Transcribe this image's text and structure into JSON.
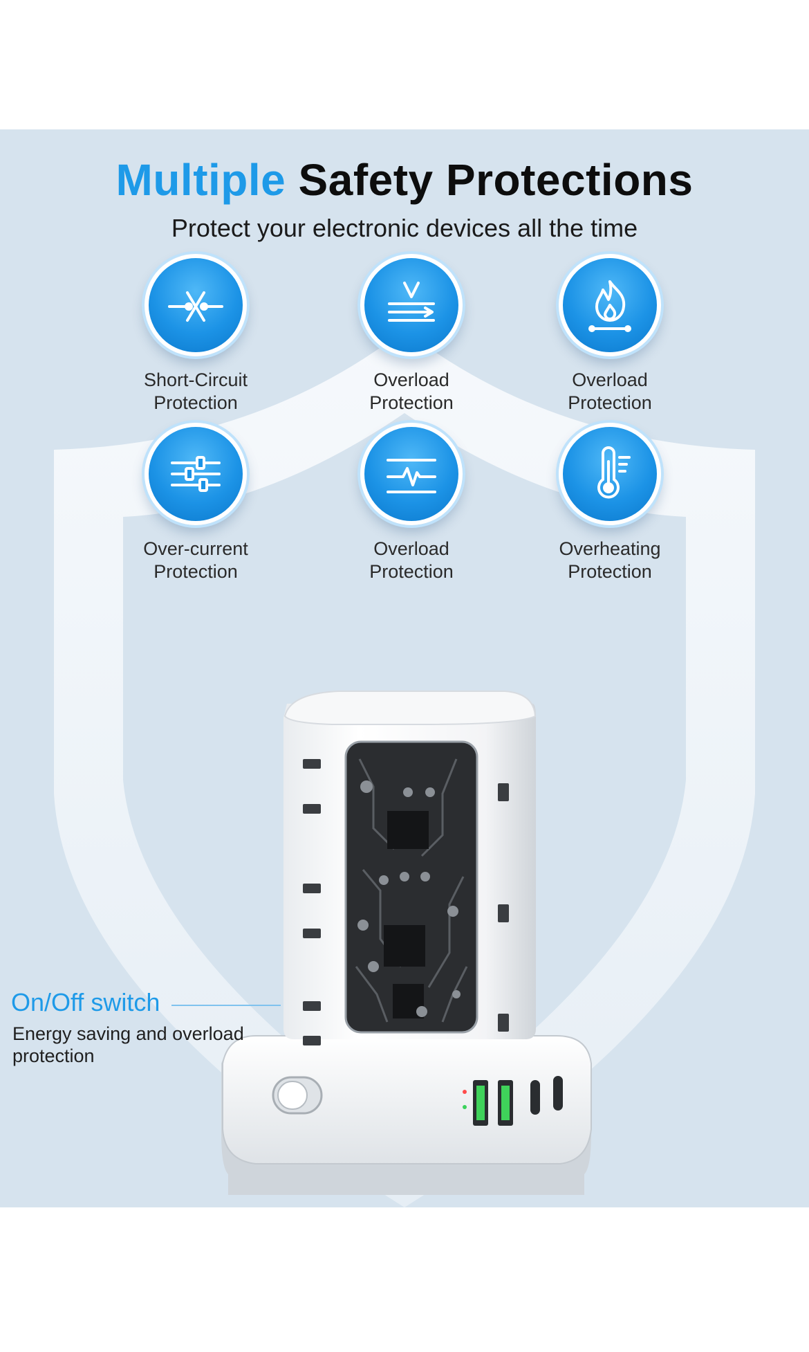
{
  "headline": {
    "accent": "Multiple",
    "rest": "Safety Protections"
  },
  "subtitle": "Protect your electronic devices all the time",
  "features": [
    {
      "label": "Short-Circuit\nProtection",
      "icon": "short-circuit-icon"
    },
    {
      "label": "Overload\nProtection",
      "icon": "voltage-overload-icon"
    },
    {
      "label": "Overload\nProtection",
      "icon": "flame-icon"
    },
    {
      "label": "Over-current\nProtection",
      "icon": "current-sliders-icon"
    },
    {
      "label": "Overload\nProtection",
      "icon": "pulse-wave-icon"
    },
    {
      "label": "Overheating\n Protection",
      "icon": "thermometer-icon"
    }
  ],
  "switch_callout": {
    "title": "On/Off switch",
    "description": "Energy saving and overload protection"
  },
  "colors": {
    "accent": "#1e9ae8",
    "panel_bg": "#d6e3ee",
    "icon_blue": "#1c93e6"
  }
}
